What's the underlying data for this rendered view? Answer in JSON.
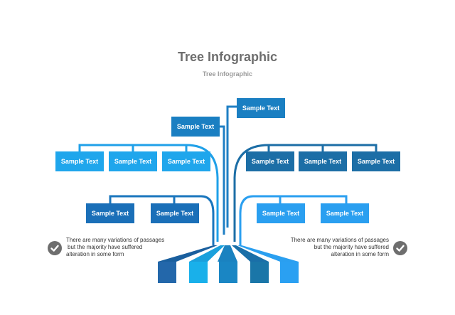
{
  "title": "Tree Infographic",
  "subtitle": "Tree Infographic",
  "colors": {
    "blue_light": "#1f9ee6",
    "blue_dark": "#1f6fa8",
    "blue_mid": "#1a76bd",
    "blue_sky": "#2a9ff0",
    "blue_deep": "#2367aa",
    "teal": "#1a7ca8",
    "gray": "#6e6e6e"
  },
  "nodes": {
    "top_right": "Sample Text",
    "top_left": "Sample Text",
    "left_row": [
      "Sample Text",
      "Sample Text",
      "Sample Text"
    ],
    "right_row": [
      "Sample Text",
      "Sample Text",
      "Sample Text"
    ],
    "lower_left": [
      "Sample Text",
      "Sample Text"
    ],
    "lower_right": [
      "Sample Text",
      "Sample Text"
    ]
  },
  "notes": {
    "left": [
      "There are many variations of passages",
      "but the majority have  suffered",
      "alteration in some form"
    ],
    "right": [
      "There are many variations of passages",
      "but the majority have  suffered",
      "alteration in some form"
    ]
  },
  "icons": {
    "left": "check-circle-icon",
    "right": "check-circle-icon"
  }
}
